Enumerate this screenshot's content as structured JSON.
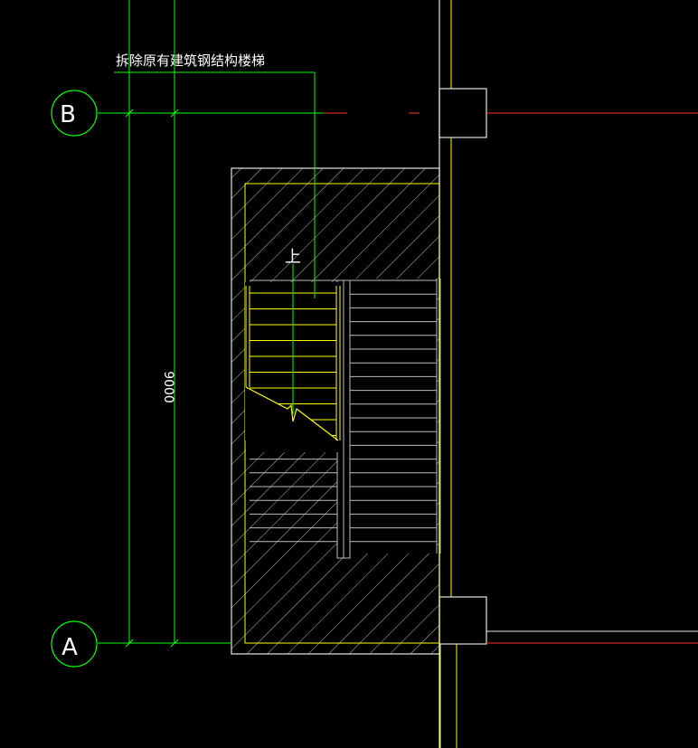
{
  "drawing": {
    "annotation": "拆除原有建筑钢结构楼梯",
    "up_label": "上",
    "dimension": "9000",
    "axis_b": "B",
    "axis_a": "A"
  },
  "colors": {
    "background": "#000000",
    "axis_line": "#00ff00",
    "stair_line": "#ffff00",
    "wall": "#c8c8c8",
    "hatch": "#bdbdbd",
    "grid_red": "#ff2d2d",
    "text": "#ffffff"
  }
}
